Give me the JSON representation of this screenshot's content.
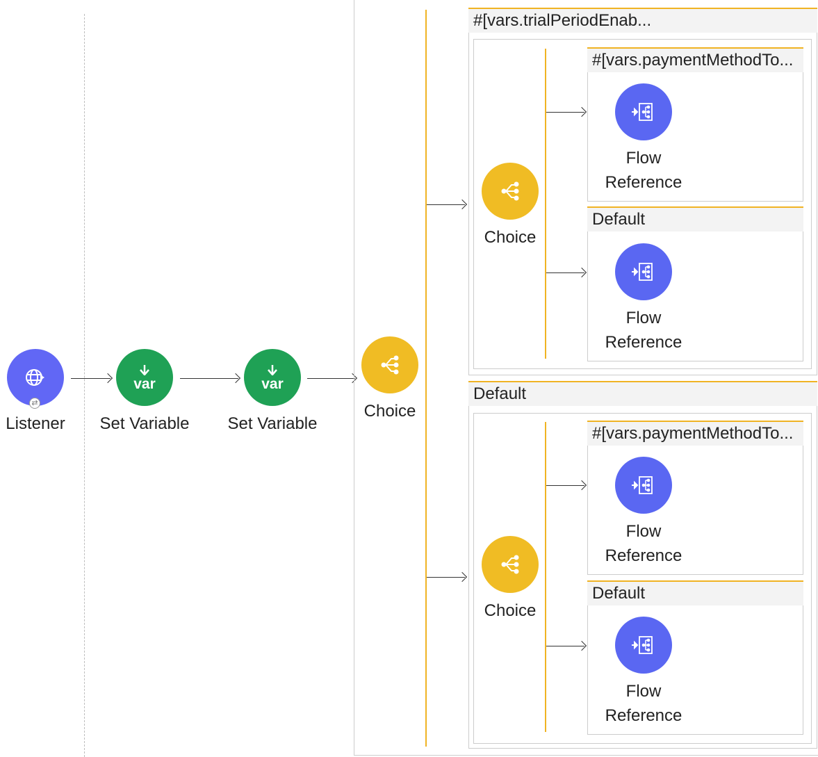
{
  "colors": {
    "listener": "#6167f5",
    "variable": "#1fa155",
    "choice": "#f0bc24",
    "flow_reference": "#5a67f2",
    "route_accent": "#f0b323"
  },
  "nodes": {
    "listener": {
      "label": "Listener",
      "icon": "globe-arrow-icon",
      "badge": "exchange-icon"
    },
    "set_variable_1": {
      "label": "Set Variable",
      "icon": "var-icon",
      "icon_text": "var"
    },
    "set_variable_2": {
      "label": "Set Variable",
      "icon": "var-icon",
      "icon_text": "var"
    },
    "choice_main": {
      "label": "Choice",
      "icon": "choice-icon"
    }
  },
  "routes": {
    "outer_when": {
      "header": "#[vars.trialPeriodEnab...",
      "choice": {
        "label": "Choice"
      },
      "when": {
        "header": "#[vars.paymentMethodTo...",
        "flow_ref": {
          "line1": "Flow",
          "line2": "Reference"
        }
      },
      "default": {
        "header": "Default",
        "flow_ref": {
          "line1": "Flow",
          "line2": "Reference"
        }
      }
    },
    "outer_default": {
      "header": "Default",
      "choice": {
        "label": "Choice"
      },
      "when": {
        "header": "#[vars.paymentMethodTo...",
        "flow_ref": {
          "line1": "Flow",
          "line2": "Reference"
        }
      },
      "default": {
        "header": "Default",
        "flow_ref": {
          "line1": "Flow",
          "line2": "Reference"
        }
      }
    }
  }
}
